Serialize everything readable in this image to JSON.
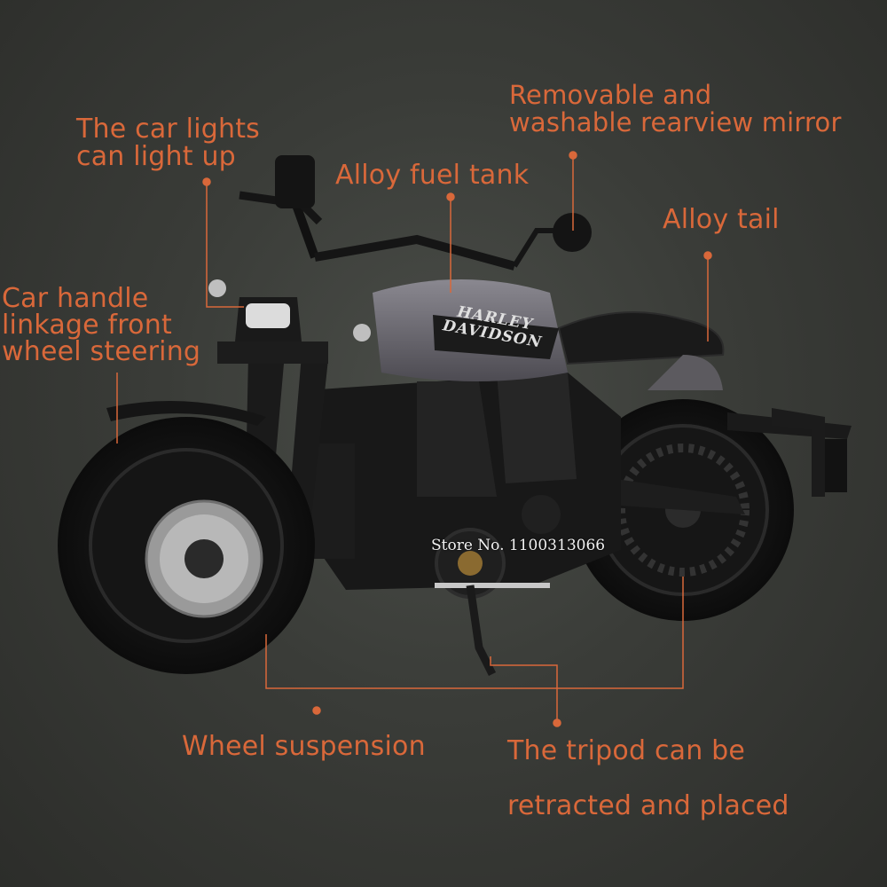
{
  "colors": {
    "accent": "#d9683a",
    "background": "#3a3c38"
  },
  "callouts": {
    "lights": [
      "The car lights",
      "can light up"
    ],
    "fuel_tank": "Alloy fuel tank",
    "mirror": [
      "Removable and",
      "washable rearview mirror"
    ],
    "tail": "Alloy tail",
    "handle": [
      "Car handle",
      "linkage front",
      "wheel steering"
    ],
    "suspension": "Wheel suspension",
    "tripod": [
      "The tripod can be",
      "retracted and placed"
    ]
  },
  "brand": [
    "HARLEY",
    "DAVIDSON"
  ],
  "watermark": "Store No. 1100313066"
}
